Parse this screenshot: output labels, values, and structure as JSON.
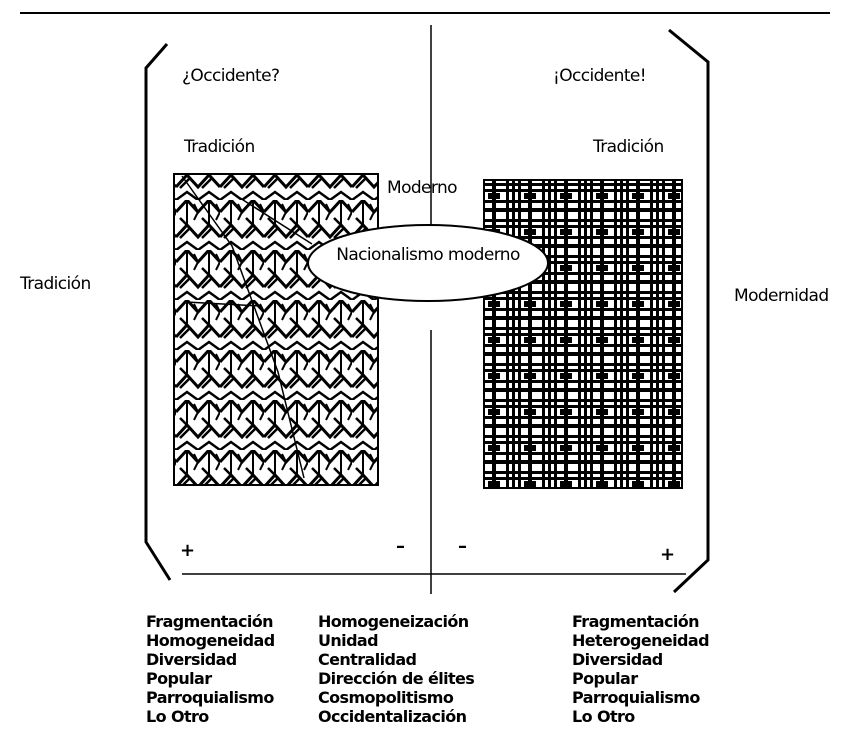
{
  "diagram": {
    "left_panel": {
      "title": "¿Occidente?",
      "subtitle": "Tradición"
    },
    "right_panel": {
      "title": "¡Occidente!",
      "subtitle": "Tradición"
    },
    "center_label": "Moderno",
    "ellipse_label": "Nacionalismo moderno",
    "left_axis_label": "Tradición",
    "right_axis_label": "Modernidad",
    "signs": {
      "left_plus": "+",
      "left_minus": "–",
      "right_minus": "–",
      "right_plus": "+"
    },
    "columns": {
      "left": [
        "Fragmentación",
        "Homogeneidad",
        "Diversidad",
        "Popular",
        "Parroquialismo",
        "Lo Otro"
      ],
      "center": [
        "Homogeneización",
        "Unidad",
        "Centralidad",
        "Dirección de élites",
        "Cosmopolitismo",
        "Occidentalización"
      ],
      "right": [
        "Fragmentación",
        "Heterogeneidad",
        "Diversidad",
        "Popular",
        "Parroquialismo",
        "Lo Otro"
      ]
    }
  }
}
